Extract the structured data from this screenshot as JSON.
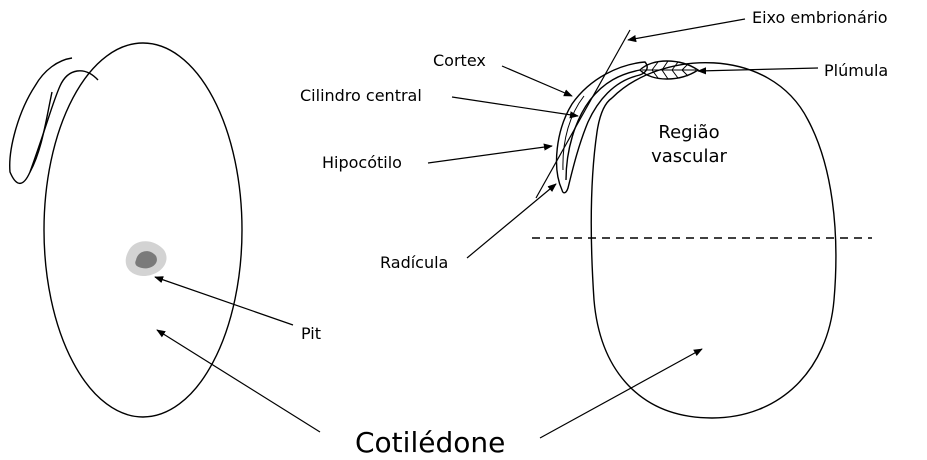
{
  "labels": {
    "eixo_embrionario": "Eixo embrionário",
    "cortex": "Cortex",
    "cilindro_central": "Cilindro central",
    "plumula": "Plúmula",
    "hipocotilo": "Hipocótilo",
    "regiao_line1": "Região",
    "regiao_line2": "vascular",
    "radicula": "Radícula",
    "pit": "Pit",
    "cotiledone": "Cotilédone"
  },
  "colors": {
    "stroke": "#000000",
    "pit_outer": "#d3d3d3",
    "pit_inner": "#7a7a7a",
    "background": "#ffffff"
  }
}
